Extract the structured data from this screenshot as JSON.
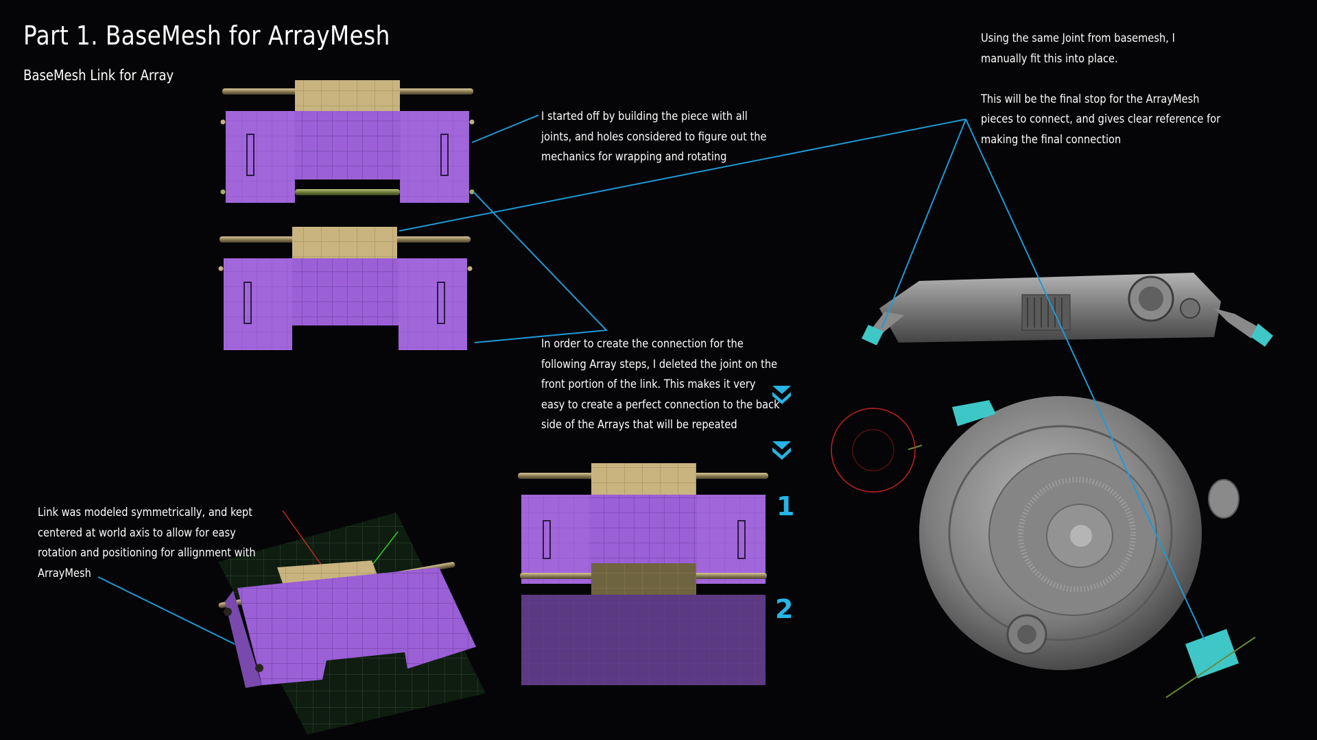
{
  "title": "Part 1. BaseMesh for ArrayMesh",
  "subtitle": "BaseMesh Link for Array",
  "notes": {
    "top_right": "Using the same Joint from basemesh, I\nmanually fit this into place.\n\nThis will be the final stop for the ArrayMesh\npieces to connect, and gives clear reference for\nmaking the final connection",
    "building": "I started off by building the piece with all\njoints, and holes considered to figure out the\nmechanics for wrapping and rotating",
    "connection": "In order to create the connection for the\nfollowing Array steps, I deleted the joint on the\nfront portion of the link. This makes it very\neasy to create a perfect connection to the back\nside of the Arrays that will be repeated",
    "symmetric": "Link was modeled symmetrically, and kept\ncentered at world axis to allow for easy\nrotation and positioning for allignment with\nArrayMesh"
  },
  "step_labels": [
    "1",
    "2"
  ],
  "colors": {
    "background": "#050507",
    "purple_mesh": "#9b5fd6",
    "tan_mesh": "#c9b480",
    "callout_line": "#1e9ad6",
    "accent_cyan": "#27b4e6",
    "model_grey": "#7a7a7a",
    "cyan_highlight": "#3fc7c7"
  },
  "icons": [
    "down-chevron-icon",
    "down-chevron-icon"
  ]
}
